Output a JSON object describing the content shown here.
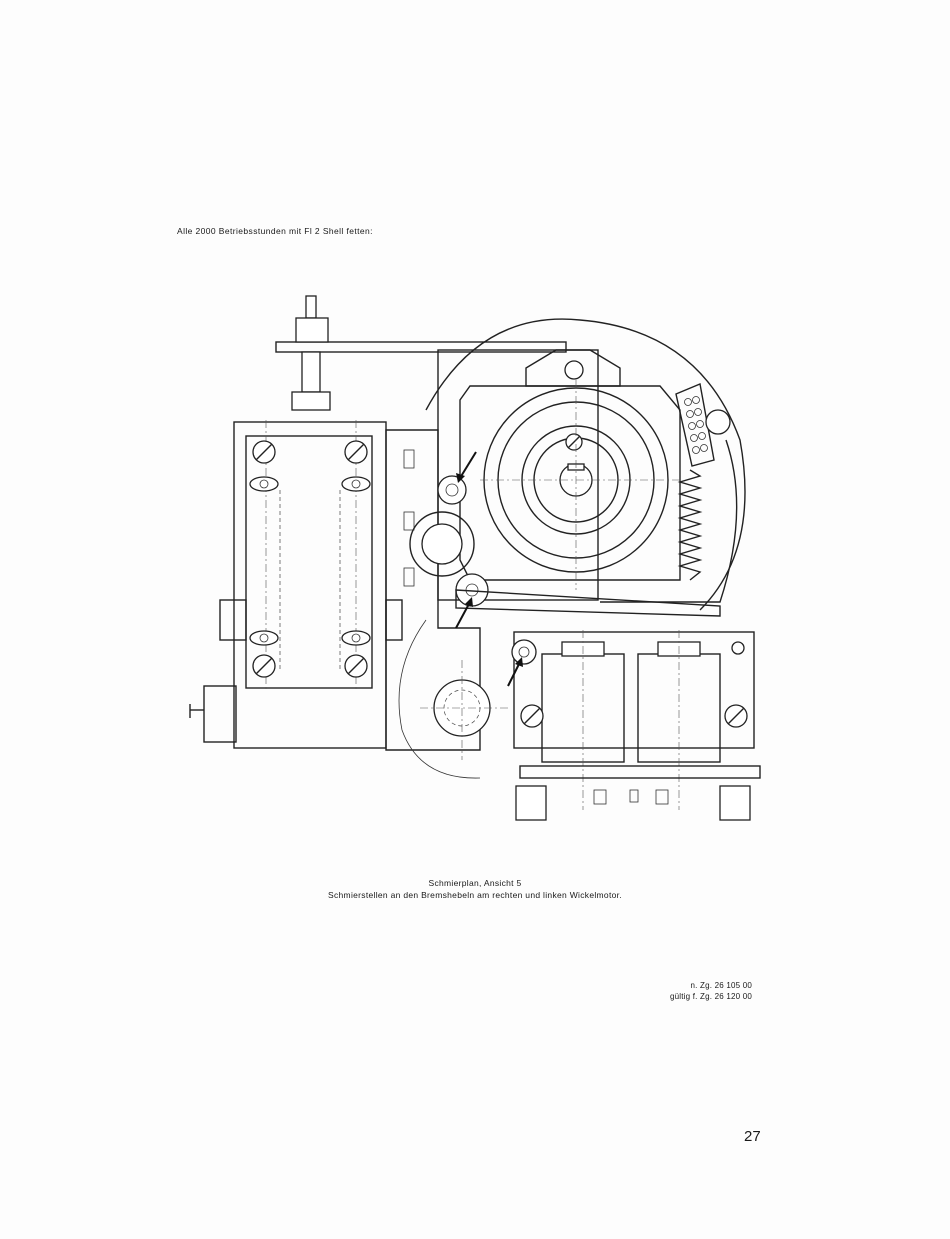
{
  "intro_text": "Alle 2000 Betriebsstunden mit Fl 2 Shell fetten:",
  "caption": {
    "line1": "Schmierplan, Ansicht 5",
    "line2": "Schmierstellen an den Bremshebeln am rechten und linken Wickelmotor."
  },
  "reference": {
    "line1": "n. Zg. 26 105 00",
    "line2": "gültig f. Zg. 26 120 00"
  },
  "page_number": "27",
  "figure": {
    "icons": [
      "lubrication-arrow-icon",
      "screw-icon",
      "spring-icon"
    ]
  }
}
